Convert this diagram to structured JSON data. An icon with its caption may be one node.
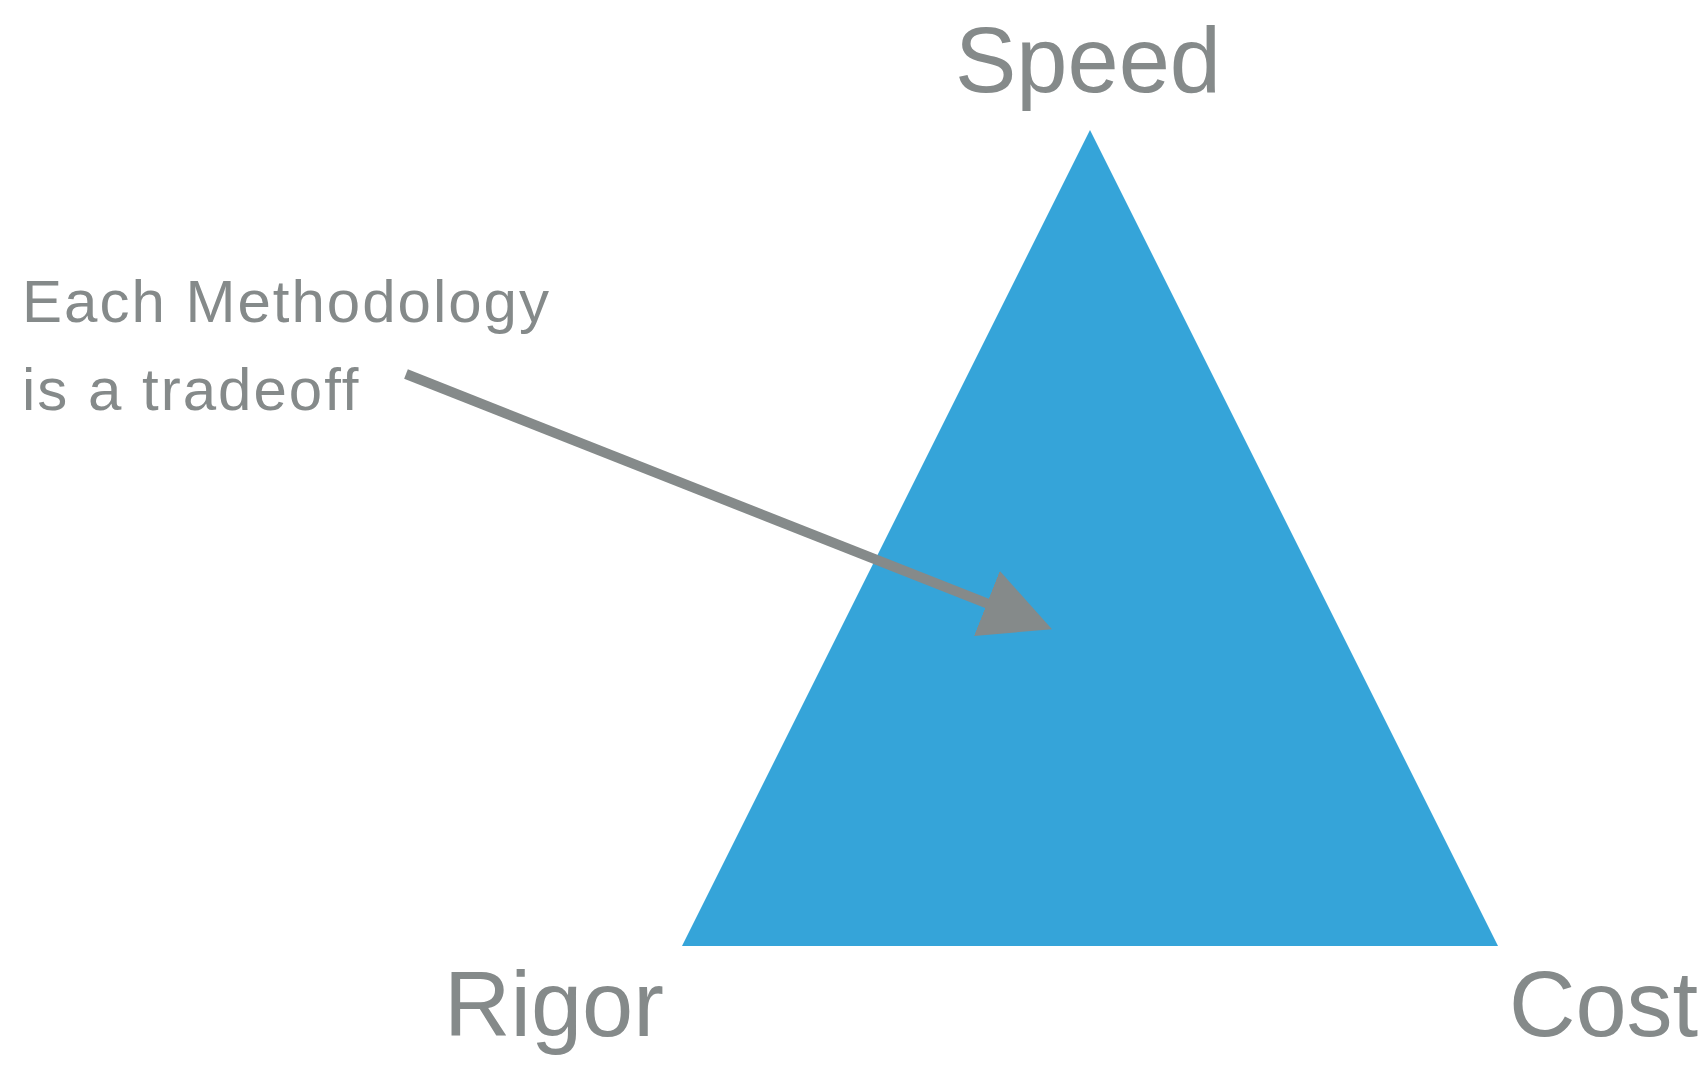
{
  "diagram": {
    "nodes": [
      {
        "text": [
          "Each Methodology is a tradeoff"
        ]
      },
      {
        "text": [],
        "shape": "triangle"
      }
    ],
    "edges": [
      {
        "from": 0,
        "to": 1,
        "arrow": "to"
      }
    ],
    "labels": [
      "Speed",
      "Rigor",
      "Cost"
    ]
  }
}
